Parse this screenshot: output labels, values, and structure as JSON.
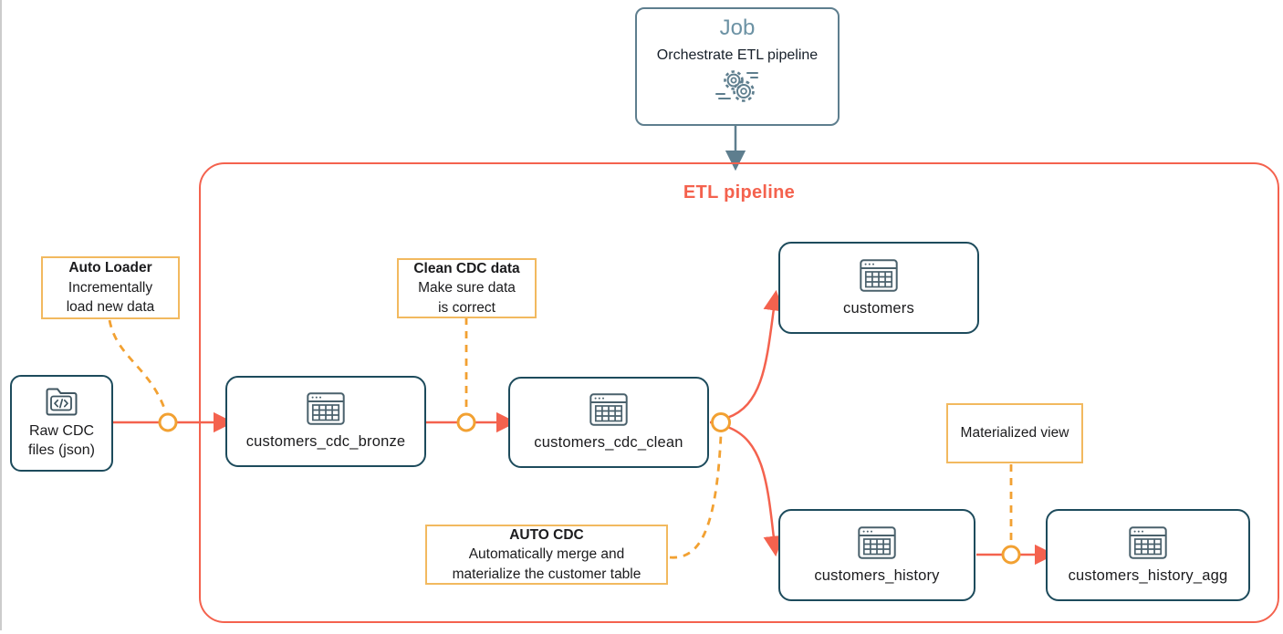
{
  "diagram": {
    "pipeline": {
      "title": "ETL pipeline"
    },
    "job": {
      "title": "Job",
      "subtitle": "Orchestrate ETL pipeline",
      "icon": "gears-icon"
    },
    "source": {
      "line1": "Raw CDC",
      "line2": "files (json)",
      "icon": "folder-code-icon"
    },
    "nodes": {
      "bronze": {
        "label": "customers_cdc_bronze",
        "icon": "table-icon"
      },
      "clean": {
        "label": "customers_cdc_clean",
        "icon": "table-icon"
      },
      "customers": {
        "label": "customers",
        "icon": "table-icon"
      },
      "history": {
        "label": "customers_history",
        "icon": "table-icon"
      },
      "history_agg": {
        "label": "customers_history_agg",
        "icon": "table-icon"
      }
    },
    "annotations": {
      "auto_loader": {
        "title": "Auto Loader",
        "line1": "Incrementally",
        "line2": "load new data"
      },
      "clean_cdc": {
        "title": "Clean CDC data",
        "line1": "Make sure data",
        "line2": "is correct"
      },
      "auto_cdc": {
        "title": "AUTO CDC",
        "line1": "Automatically merge and",
        "line2": "materialize the customer table"
      },
      "materialized_view": {
        "title": "Materialized view"
      }
    },
    "colors": {
      "pipeline_red": "#F4624E",
      "node_teal": "#1D4B5C",
      "annotation_amber_border": "#F2B95F",
      "connector_amber": "#F2A132",
      "job_steel": "#5E7E8E",
      "job_title_blue": "#6C92A4"
    }
  }
}
